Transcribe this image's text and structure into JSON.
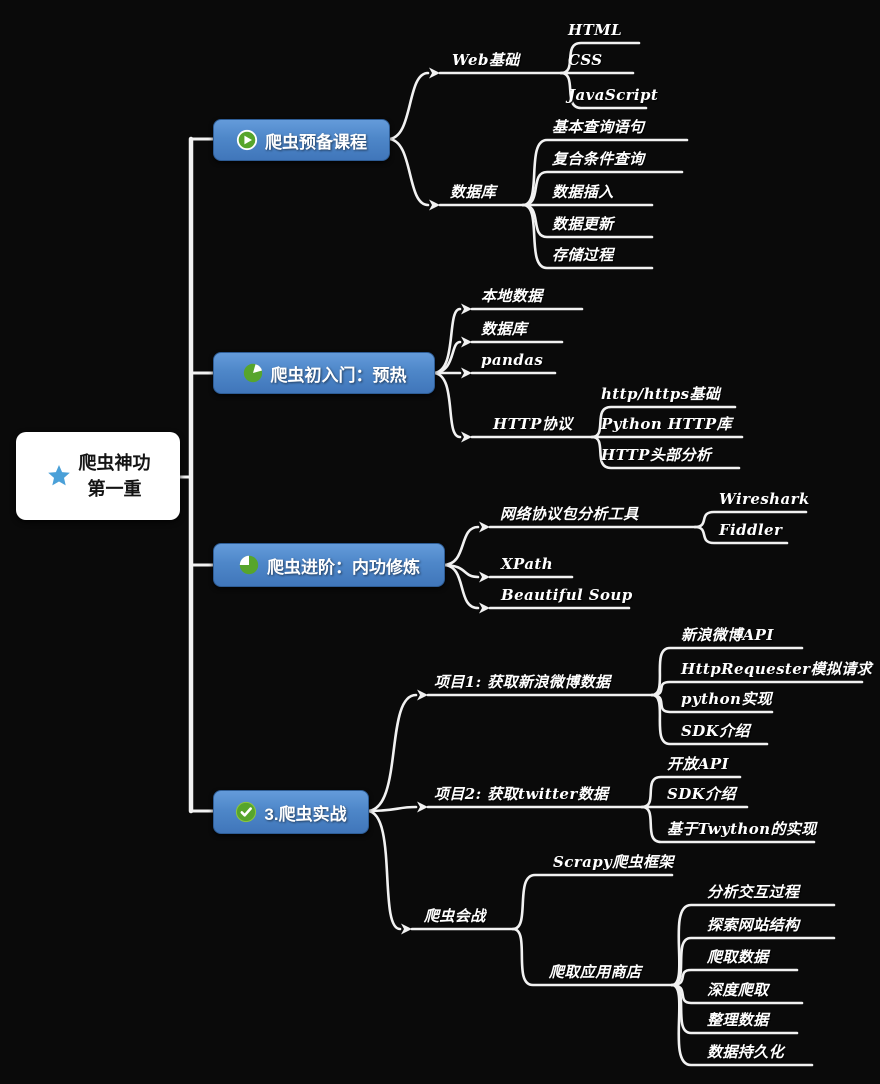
{
  "colors": {
    "background": "#0a0a0a",
    "branch_box_blue": "#4e87c9",
    "icon_green": "#57a52c",
    "line_white": "#f2f2f2",
    "star_blue": "#4aa0d8",
    "root_bg": "#ffffff"
  },
  "root": {
    "icon": "star-icon",
    "line1": "爬虫神功",
    "line2": "第一重"
  },
  "branches": [
    {
      "label": "爬虫预备课程",
      "icon": "play-icon",
      "children": [
        {
          "label": "Web基础",
          "children": [
            {
              "label": "HTML"
            },
            {
              "label": "CSS"
            },
            {
              "label": "JavaScript"
            }
          ]
        },
        {
          "label": "数据库",
          "children": [
            {
              "label": "基本查询语句"
            },
            {
              "label": "复合条件查询"
            },
            {
              "label": "数据插入"
            },
            {
              "label": "数据更新"
            },
            {
              "label": "存储过程"
            }
          ]
        }
      ]
    },
    {
      "label": "爬虫初入门：预热",
      "icon": "pie-three-quarters-icon",
      "children": [
        {
          "label": "本地数据"
        },
        {
          "label": "数据库"
        },
        {
          "label": "pandas"
        },
        {
          "label": "HTTP协议",
          "children": [
            {
              "label": "http/https基础"
            },
            {
              "label": "Python HTTP库"
            },
            {
              "label": "HTTP头部分析"
            }
          ]
        }
      ]
    },
    {
      "label": "爬虫进阶：内功修炼",
      "icon": "pie-quarter-icon",
      "children": [
        {
          "label": "网络协议包分析工具",
          "children": [
            {
              "label": "Wireshark"
            },
            {
              "label": "Fiddler"
            }
          ]
        },
        {
          "label": "XPath"
        },
        {
          "label": "Beautiful Soup"
        }
      ]
    },
    {
      "label": "3.爬虫实战",
      "icon": "check-icon",
      "children": [
        {
          "label": "项目1: 获取新浪微博数据",
          "children": [
            {
              "label": "新浪微博API"
            },
            {
              "label": "HttpRequester模拟请求"
            },
            {
              "label": "python实现"
            },
            {
              "label": "SDK介绍"
            }
          ]
        },
        {
          "label": "项目2: 获取twitter数据",
          "children": [
            {
              "label": "开放API"
            },
            {
              "label": "SDK介绍"
            },
            {
              "label": "基于Twython的实现"
            }
          ]
        },
        {
          "label": "爬虫会战",
          "children": [
            {
              "label": "Scrapy爬虫框架"
            },
            {
              "label": "爬取应用商店",
              "children": [
                {
                  "label": "分析交互过程"
                },
                {
                  "label": "探索网站结构"
                },
                {
                  "label": "爬取数据"
                },
                {
                  "label": "深度爬取"
                },
                {
                  "label": "整理数据"
                },
                {
                  "label": "数据持久化"
                }
              ]
            }
          ]
        }
      ]
    }
  ]
}
